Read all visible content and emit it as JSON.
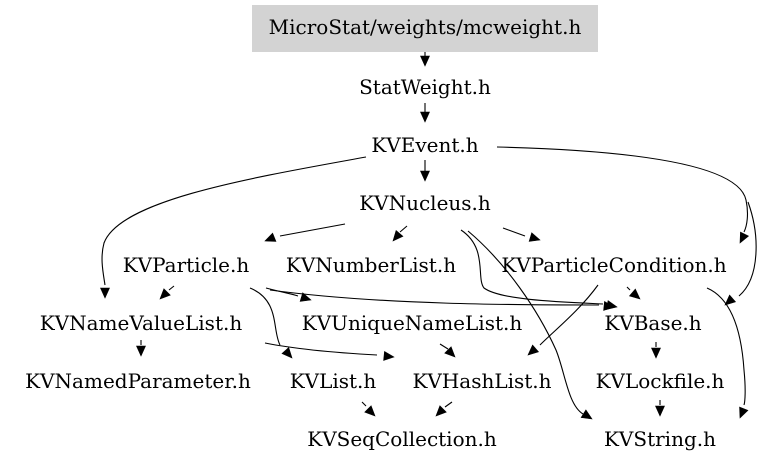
{
  "diagram": {
    "root_highlight_color": "#d3d3d3",
    "nodes": [
      {
        "id": "root",
        "label": "MicroStat/weights/mcweight.h"
      },
      {
        "id": "statweight",
        "label": "StatWeight.h"
      },
      {
        "id": "kvevent",
        "label": "KVEvent.h"
      },
      {
        "id": "kvnucleus",
        "label": "KVNucleus.h"
      },
      {
        "id": "kvparticle",
        "label": "KVParticle.h"
      },
      {
        "id": "kvnumberlist",
        "label": "KVNumberList.h"
      },
      {
        "id": "kvparticlecondition",
        "label": "KVParticleCondition.h"
      },
      {
        "id": "kvnamevaluelist",
        "label": "KVNameValueList.h"
      },
      {
        "id": "kvuniquenamelist",
        "label": "KVUniqueNameList.h"
      },
      {
        "id": "kvbase",
        "label": "KVBase.h"
      },
      {
        "id": "kvnamedparameter",
        "label": "KVNamedParameter.h"
      },
      {
        "id": "kvlist",
        "label": "KVList.h"
      },
      {
        "id": "kvhashlist",
        "label": "KVHashList.h"
      },
      {
        "id": "kvlockfile",
        "label": "KVLockfile.h"
      },
      {
        "id": "kvseqcollection",
        "label": "KVSeqCollection.h"
      },
      {
        "id": "kvstring",
        "label": "KVString.h"
      }
    ],
    "edges": [
      {
        "from": "root",
        "to": "statweight"
      },
      {
        "from": "statweight",
        "to": "kvevent"
      },
      {
        "from": "kvevent",
        "to": "kvnucleus"
      },
      {
        "from": "kvevent",
        "to": "kvnamevaluelist"
      },
      {
        "from": "kvevent",
        "to": "kvparticlecondition"
      },
      {
        "from": "kvevent",
        "to": "kvbase"
      },
      {
        "from": "kvnucleus",
        "to": "kvparticle"
      },
      {
        "from": "kvnucleus",
        "to": "kvnumberlist"
      },
      {
        "from": "kvnucleus",
        "to": "kvparticlecondition"
      },
      {
        "from": "kvnucleus",
        "to": "kvbase"
      },
      {
        "from": "kvnucleus",
        "to": "kvstring"
      },
      {
        "from": "kvparticle",
        "to": "kvnamevaluelist"
      },
      {
        "from": "kvparticle",
        "to": "kvuniquenamelist"
      },
      {
        "from": "kvparticle",
        "to": "kvbase"
      },
      {
        "from": "kvparticle",
        "to": "kvlist"
      },
      {
        "from": "kvparticlecondition",
        "to": "kvbase"
      },
      {
        "from": "kvparticlecondition",
        "to": "kvhashlist"
      },
      {
        "from": "kvparticlecondition",
        "to": "kvstring"
      },
      {
        "from": "kvnamevaluelist",
        "to": "kvnamedparameter"
      },
      {
        "from": "kvnamevaluelist",
        "to": "kvhashlist"
      },
      {
        "from": "kvuniquenamelist",
        "to": "kvhashlist"
      },
      {
        "from": "kvbase",
        "to": "kvlockfile"
      },
      {
        "from": "kvlist",
        "to": "kvseqcollection"
      },
      {
        "from": "kvhashlist",
        "to": "kvseqcollection"
      },
      {
        "from": "kvlockfile",
        "to": "kvstring"
      }
    ]
  }
}
